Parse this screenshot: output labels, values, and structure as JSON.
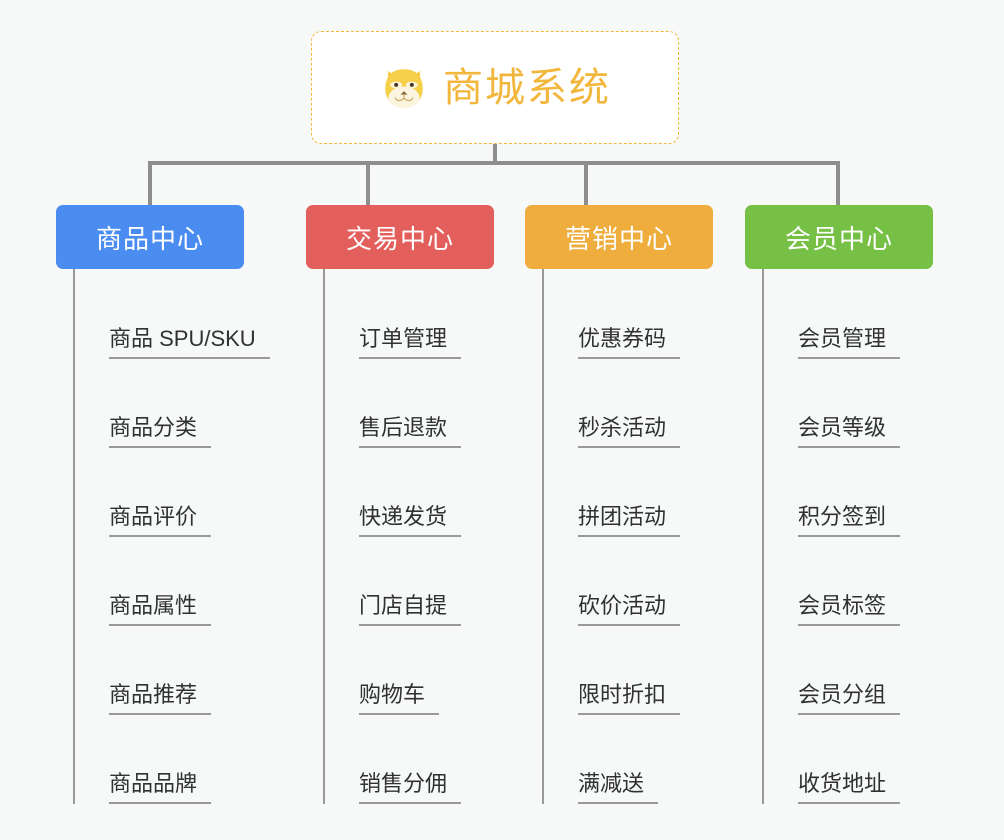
{
  "diagram": {
    "title": "商城系统",
    "background_color": "#f7f8f8",
    "root": {
      "label": "商城系统",
      "icon": "shiba-dog-face-icon",
      "text_color": "#f2b63c",
      "border_color": "#f0b93c",
      "background_color": "#ffffff"
    },
    "connector_color": "#8e8e8e",
    "branches": [
      {
        "label": "商品中心",
        "color": "#4a8cf0",
        "items": [
          "商品 SPU/SKU",
          "商品分类",
          "商品评价",
          "商品属性",
          "商品推荐",
          "商品品牌"
        ]
      },
      {
        "label": "交易中心",
        "color": "#e35f5c",
        "items": [
          "订单管理",
          "售后退款",
          "快递发货",
          "门店自提",
          "购物车",
          "销售分佣"
        ]
      },
      {
        "label": "营销中心",
        "color": "#eead3c",
        "items": [
          "优惠券码",
          "秒杀活动",
          "拼团活动",
          "砍价活动",
          "限时折扣",
          "满减送"
        ]
      },
      {
        "label": "会员中心",
        "color": "#76c045",
        "items": [
          "会员管理",
          "会员等级",
          "积分签到",
          "会员标签",
          "会员分组",
          "收货地址"
        ]
      }
    ]
  }
}
